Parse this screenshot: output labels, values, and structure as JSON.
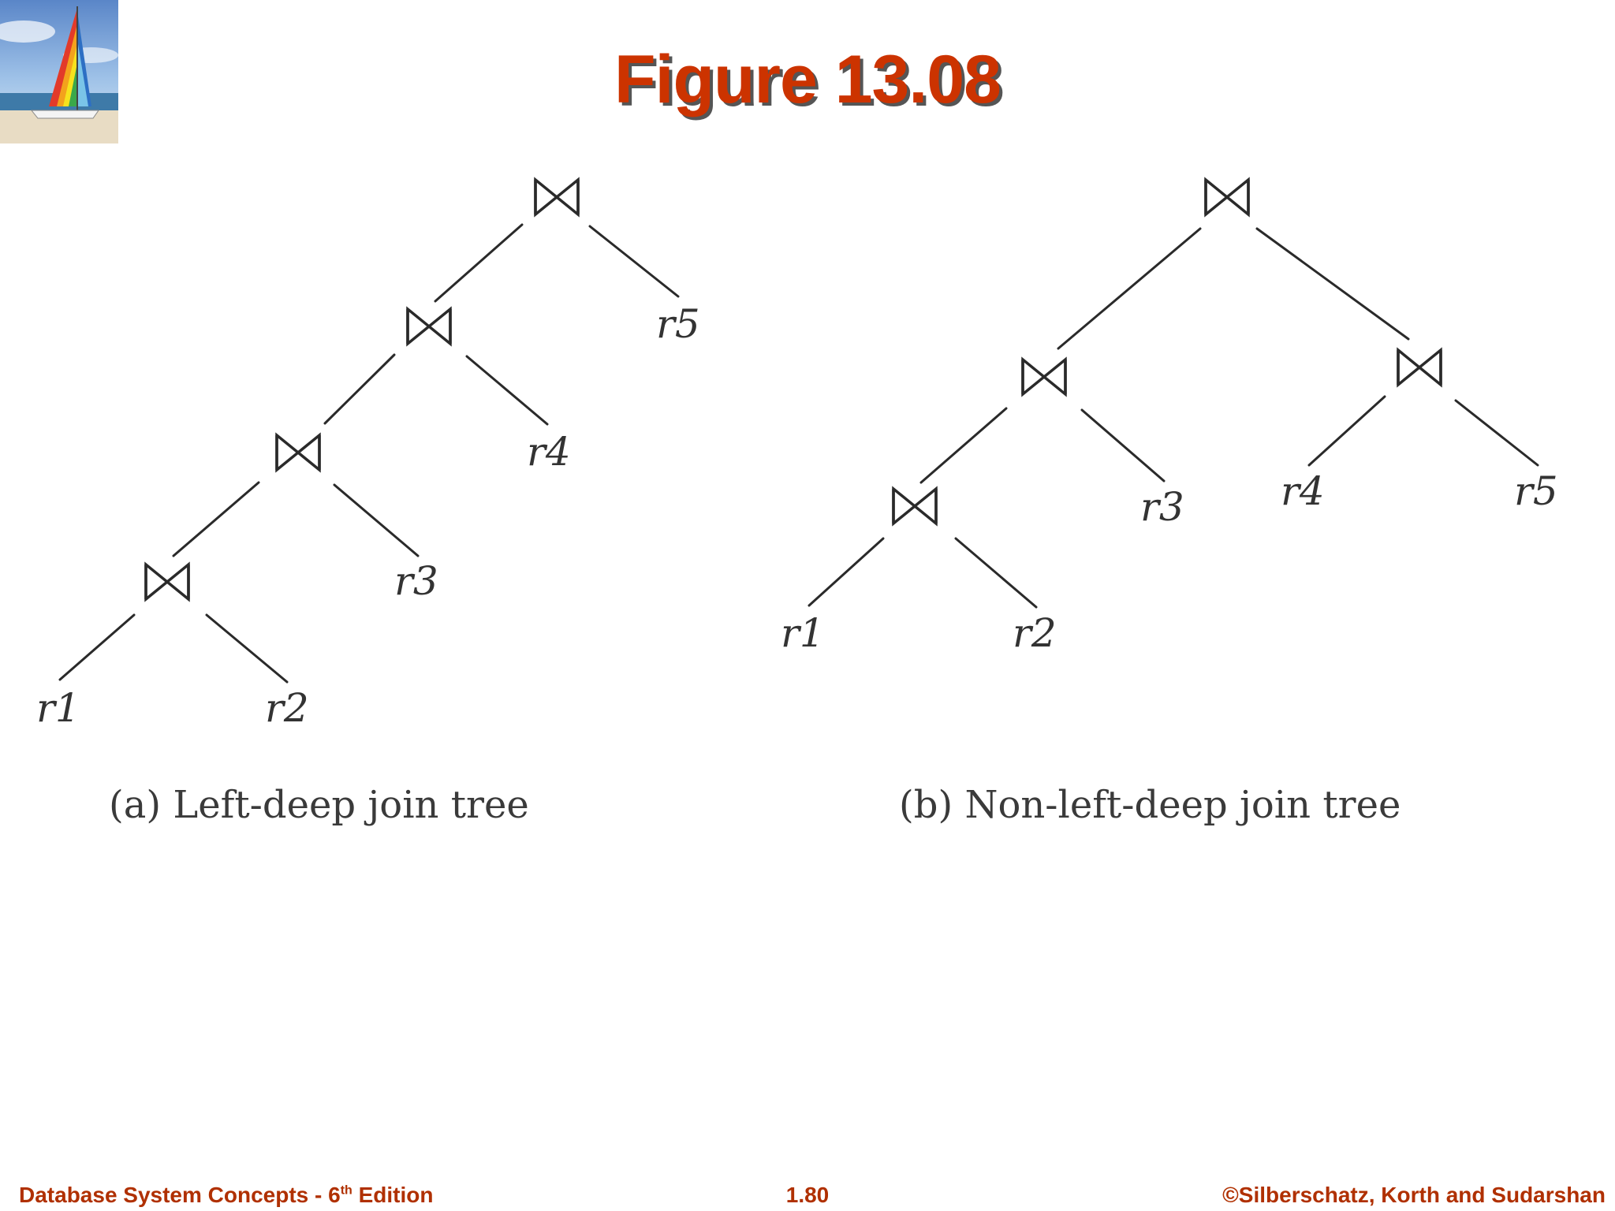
{
  "slide": {
    "title": "Figure 13.08",
    "footer": {
      "left_prefix": "Database System Concepts - 6",
      "left_sup": "th",
      "left_suffix": " Edition",
      "center": "1.80",
      "right": "©Silberschatz, Korth and Sudarshan"
    }
  },
  "diagrams": [
    {
      "id": "left-deep",
      "caption": "(a) Left-deep join tree",
      "join_symbol": "⋈",
      "leaves": [
        "r1",
        "r2",
        "r3",
        "r4",
        "r5"
      ]
    },
    {
      "id": "non-left-deep",
      "caption": "(b) Non-left-deep join tree",
      "join_symbol": "⋈",
      "leaves": [
        "r1",
        "r2",
        "r3",
        "r4",
        "r5"
      ]
    }
  ],
  "colors": {
    "title": "#cc3300",
    "footer": "#b03000",
    "lines": "#2a2a2a"
  }
}
